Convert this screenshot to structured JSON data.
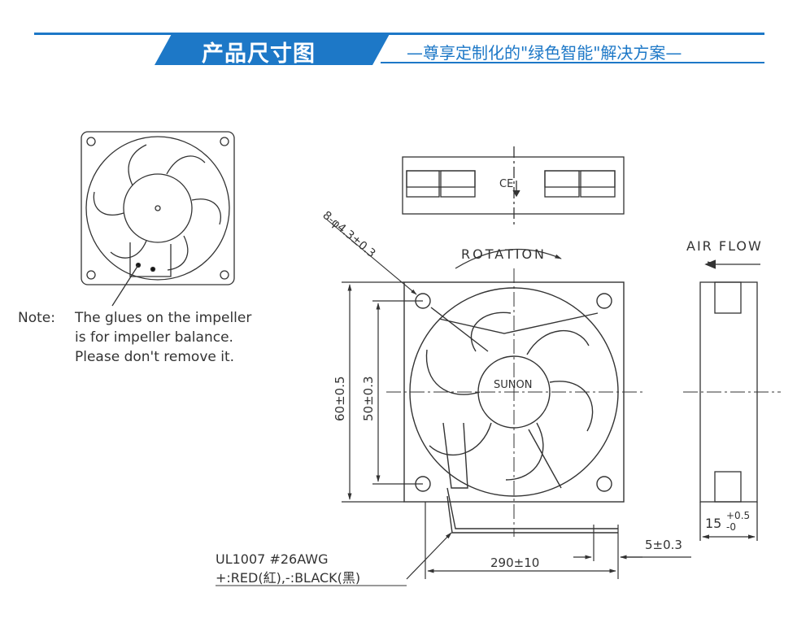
{
  "header": {
    "title": "产品尺寸图",
    "slogan": "—尊享定制化的\"绿色智能\"解决方案—",
    "accent_color": "#1d78c7"
  },
  "note": {
    "label": "Note:",
    "lines": [
      "The glues on the impeller",
      "is for impeller balance.",
      "Please don't remove it."
    ]
  },
  "labels": {
    "holes": "8-φ4.3±0.3",
    "rotation": "ROTATION",
    "air_flow": "AIR FLOW",
    "brand": "SUNON",
    "height_outer": "60±0.5",
    "height_inner": "50±0.3",
    "thickness": "15",
    "thickness_tol_upper": "+0.5",
    "thickness_tol_lower": "-0",
    "strip_length": "5±0.3",
    "lead_length": "290±10",
    "cable_spec": "UL1007 #26AWG",
    "wire_colors": "+:RED(紅),-:BLACK(黑)",
    "ce_mark": "CE"
  }
}
